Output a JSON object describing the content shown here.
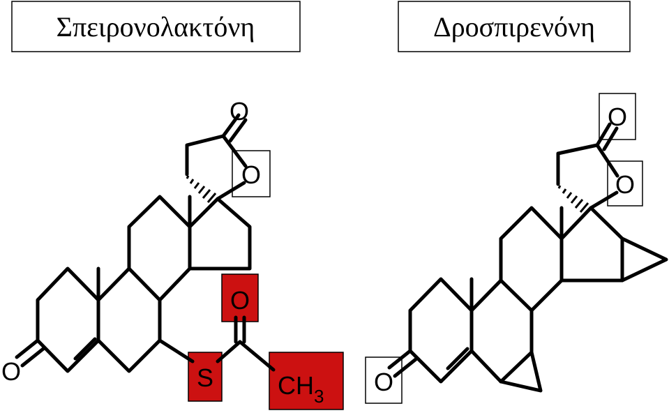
{
  "left_molecule": {
    "name": "Σπειρονολακτόνη",
    "atoms": {
      "lactone_carbonyl_o": "O",
      "ring_o": "O",
      "ketone_o": "O",
      "thio_carbonyl_o": "O",
      "sulfur": "S",
      "methyl_c": "CH",
      "methyl_sub": "3"
    },
    "highlight_color": "#cc1111"
  },
  "right_molecule": {
    "name": "Δροσπιρενόνη",
    "atoms": {
      "lactone_carbonyl_o": "O",
      "ring_o": "O",
      "ketone_o": "O"
    }
  }
}
